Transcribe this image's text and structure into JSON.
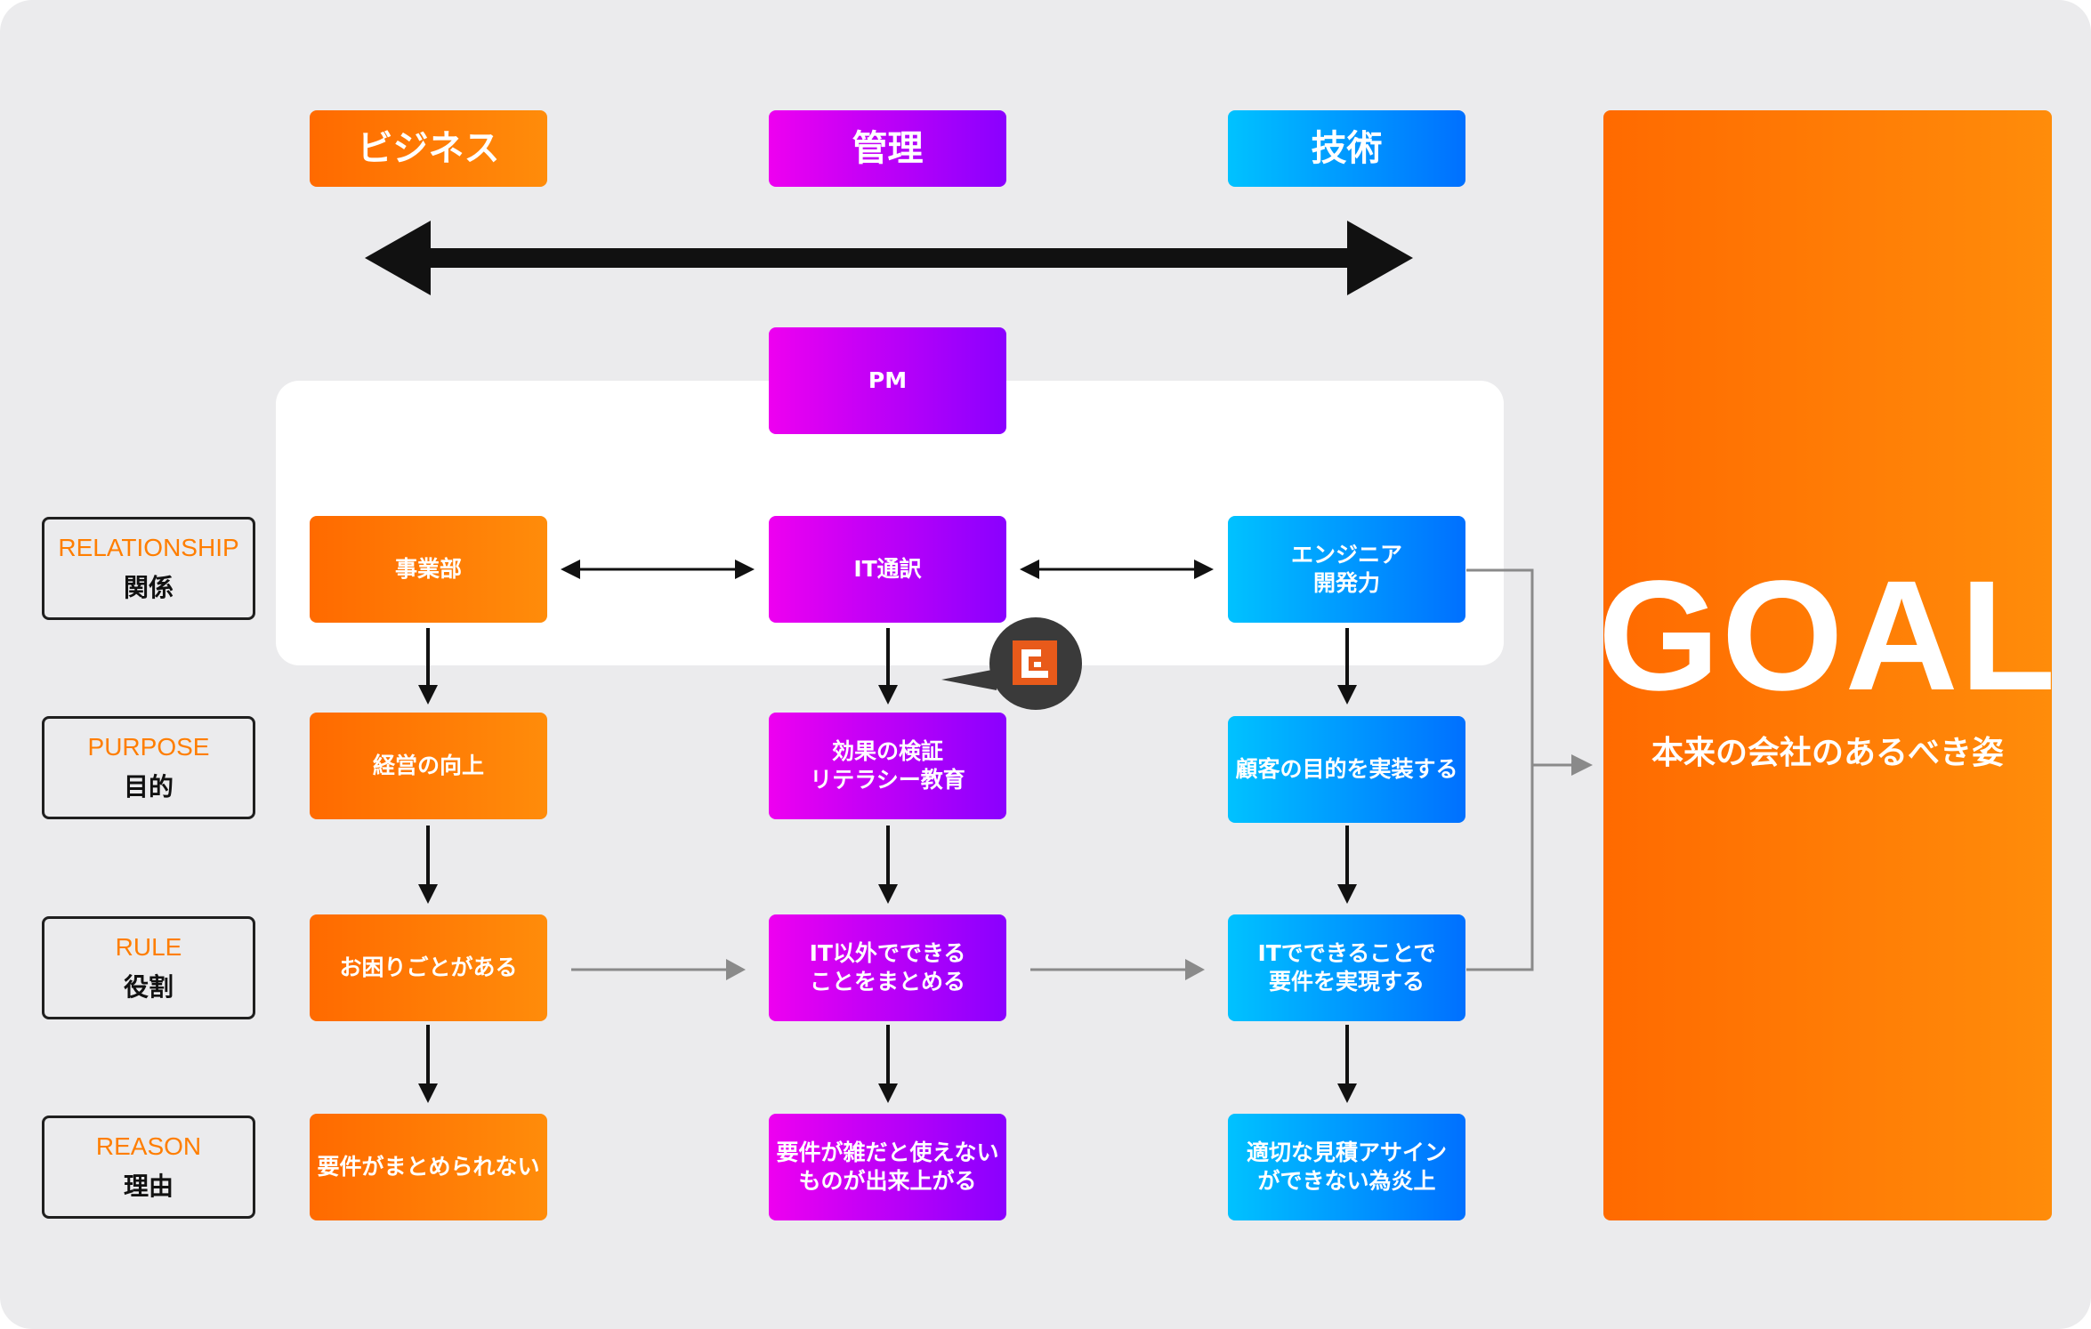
{
  "headers": {
    "business": "ビジネス",
    "management": "管理",
    "technology": "技術"
  },
  "pm": "PM",
  "labels": [
    {
      "en": "RELATIONSHIP",
      "jp": "関係"
    },
    {
      "en": "PURPOSE",
      "jp": "目的"
    },
    {
      "en": "RULE",
      "jp": "役割"
    },
    {
      "en": "REASON",
      "jp": "理由"
    }
  ],
  "business": {
    "relationship": "事業部",
    "purpose": "経営の向上",
    "rule": "お困りごとがある",
    "reason": "要件がまとめられない"
  },
  "management": {
    "relationship": "IT通訳",
    "purpose": [
      "効果の検証",
      "リテラシー教育"
    ],
    "rule": [
      "IT以外でできる",
      "ことをまとめる"
    ],
    "reason": [
      "要件が雑だと使えない",
      "ものが出来上がる"
    ]
  },
  "technology": {
    "relationship": [
      "エンジニア",
      "開発力"
    ],
    "purpose": "顧客の目的を実装する",
    "rule": [
      "ITでできることで",
      "要件を実現する"
    ],
    "reason": [
      "適切な見積アサイン",
      "ができない為炎上"
    ]
  },
  "goal": {
    "title": "GOAL",
    "subtitle": "本来の会社のあるべき姿"
  },
  "colors": {
    "orange": "#ff7a00",
    "purple": "#b000f8",
    "blue": "#0099ff",
    "label_text": "#ff7e00",
    "arrow": "#111111",
    "connector": "#8a8a8a"
  },
  "icons": {
    "badge": "logo-badge-icon"
  }
}
